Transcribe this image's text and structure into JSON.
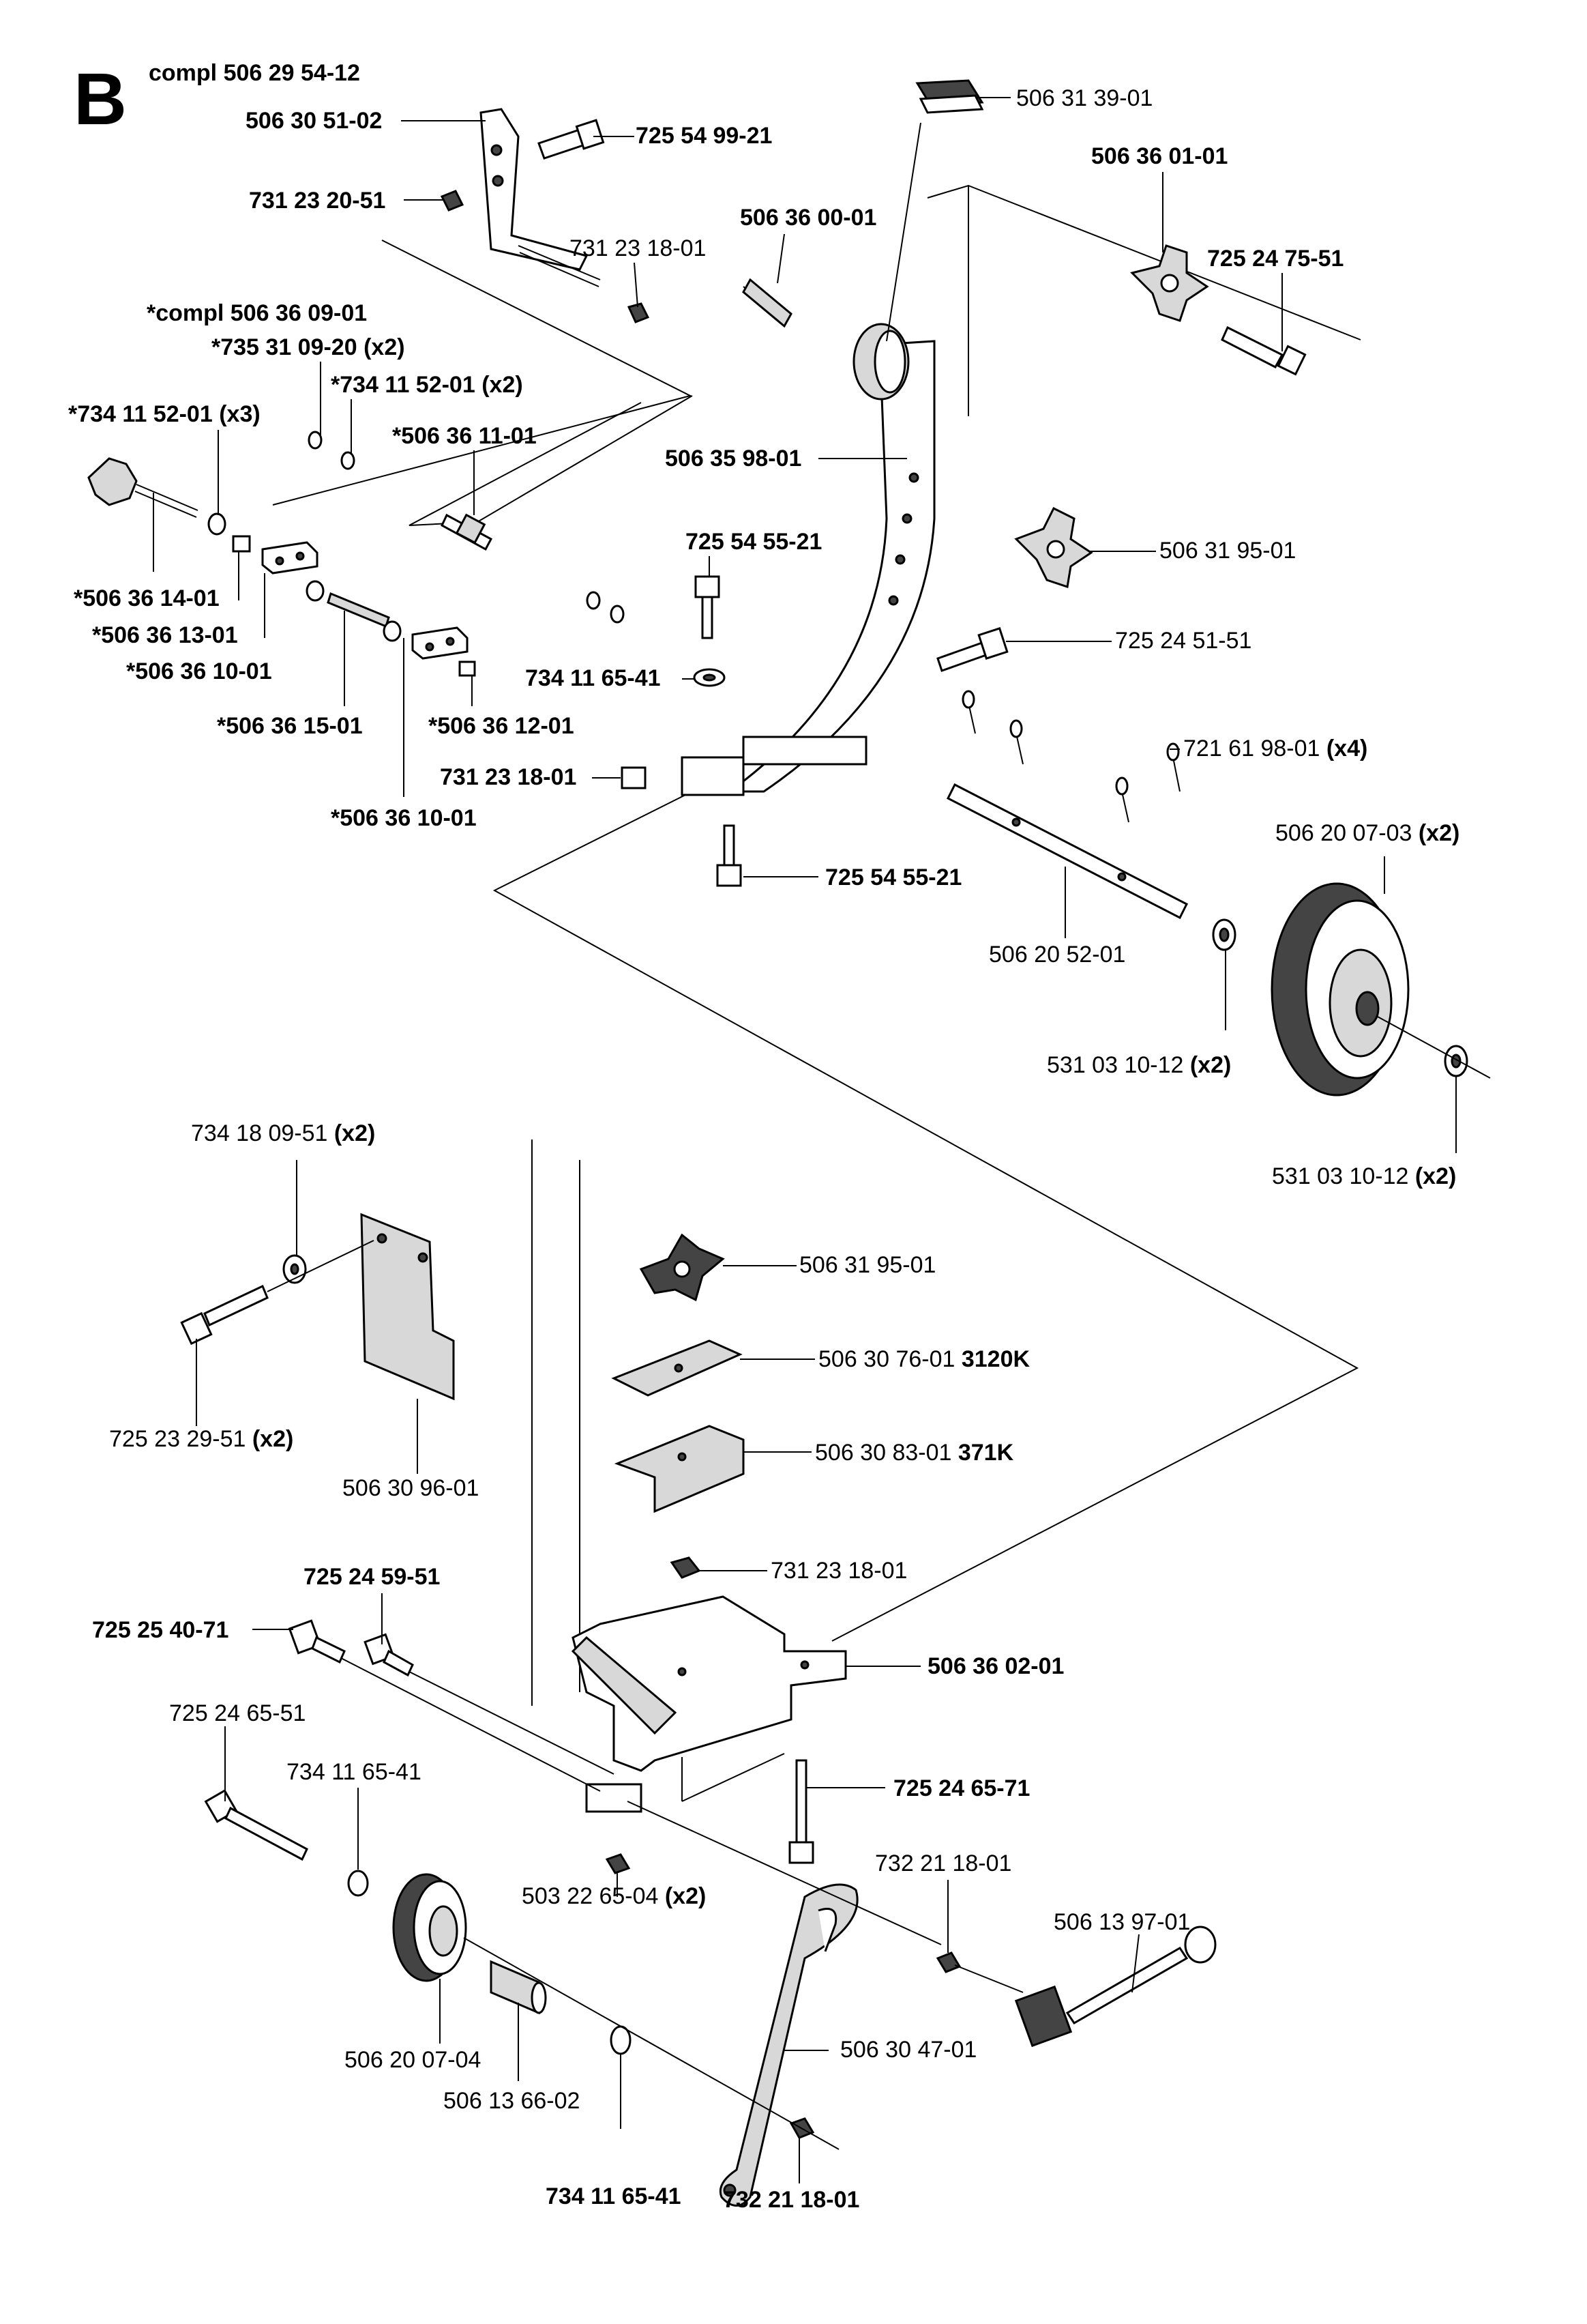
{
  "section": {
    "letter": "B",
    "assembly": "compl 506 29 54-12"
  },
  "callouts": {
    "c01": {
      "num": "506 30 51-02",
      "qty": ""
    },
    "c02": {
      "num": "725 54 99-21",
      "qty": ""
    },
    "c03": {
      "num": "731 23 20-51",
      "qty": ""
    },
    "c04": {
      "num": "731 23 18-01",
      "qty": ""
    },
    "c05": {
      "num": "506 36 00-01",
      "qty": ""
    },
    "c06": {
      "num": "506 31 39-01",
      "qty": ""
    },
    "c07": {
      "num": "506 36 01-01",
      "qty": ""
    },
    "c08": {
      "num": "725 24 75-51",
      "qty": ""
    },
    "c09": {
      "num": "*compl 506 36 09-01",
      "qty": ""
    },
    "c10": {
      "num": "*735 31 09-20",
      "qty": "(x2)"
    },
    "c11": {
      "num": "*734 11 52-01",
      "qty": "(x2)"
    },
    "c12": {
      "num": "*734 11 52-01",
      "qty": "(x3)"
    },
    "c13": {
      "num": "*506 36 11-01",
      "qty": ""
    },
    "c14": {
      "num": "506 35 98-01",
      "qty": ""
    },
    "c15": {
      "num": "506 31 95-01",
      "qty": ""
    },
    "c16": {
      "num": "725 54 55-21",
      "qty": ""
    },
    "c17": {
      "num": "*506 36 14-01",
      "qty": ""
    },
    "c18": {
      "num": "*506 36 13-01",
      "qty": ""
    },
    "c19": {
      "num": "*506 36 10-01",
      "qty": ""
    },
    "c20": {
      "num": "725 24 51-51",
      "qty": ""
    },
    "c21": {
      "num": "734 11 65-41",
      "qty": ""
    },
    "c22": {
      "num": "*506 36 15-01",
      "qty": ""
    },
    "c23": {
      "num": "*506 36 12-01",
      "qty": ""
    },
    "c24": {
      "num": "721 61 98-01",
      "qty": "(x4)"
    },
    "c25": {
      "num": "731 23 18-01",
      "qty": ""
    },
    "c26": {
      "num": "*506 36 10-01",
      "qty": ""
    },
    "c27": {
      "num": "506 20 07-03",
      "qty": "(x2)"
    },
    "c28": {
      "num": "725 54 55-21",
      "qty": ""
    },
    "c29": {
      "num": "506 20 52-01",
      "qty": ""
    },
    "c30": {
      "num": "531 03 10-12",
      "qty": "(x2)"
    },
    "c31": {
      "num": "531 03 10-12",
      "qty": "(x2)"
    },
    "c32": {
      "num": "734 18 09-51",
      "qty": "(x2)"
    },
    "c33": {
      "num": "506 31 95-01",
      "qty": ""
    },
    "c34": {
      "num": "506 30 76-01",
      "qty": "3120K"
    },
    "c35": {
      "num": "725 23 29-51",
      "qty": "(x2)"
    },
    "c36": {
      "num": "506 30 83-01",
      "qty": "371K"
    },
    "c37": {
      "num": "506 30 96-01",
      "qty": ""
    },
    "c38": {
      "num": "731 23 18-01",
      "qty": ""
    },
    "c39": {
      "num": "725 24 59-51",
      "qty": ""
    },
    "c40": {
      "num": "725 25 40-71",
      "qty": ""
    },
    "c41": {
      "num": "506 36 02-01",
      "qty": ""
    },
    "c42": {
      "num": "725 24 65-51",
      "qty": ""
    },
    "c43": {
      "num": "734 11 65-41",
      "qty": ""
    },
    "c44": {
      "num": "725 24 65-71",
      "qty": ""
    },
    "c45": {
      "num": "732 21 18-01",
      "qty": ""
    },
    "c46": {
      "num": "503 22 65-04",
      "qty": "(x2)"
    },
    "c47": {
      "num": "506 13 97-01",
      "qty": ""
    },
    "c48": {
      "num": "506 30 47-01",
      "qty": ""
    },
    "c49": {
      "num": "506 20 07-04",
      "qty": ""
    },
    "c50": {
      "num": "506 13 66-02",
      "qty": ""
    },
    "c51": {
      "num": "734 11 65-41",
      "qty": ""
    },
    "c52": {
      "num": "732 21 18-01",
      "qty": ""
    }
  },
  "icons": [
    "bolt-icon",
    "nut-icon",
    "washer-icon",
    "knob-icon",
    "spring-icon",
    "wheel-icon",
    "cotter-pin-icon",
    "bracket-icon",
    "frame-tube-icon",
    "axle-icon",
    "plate-icon",
    "handle-icon"
  ]
}
